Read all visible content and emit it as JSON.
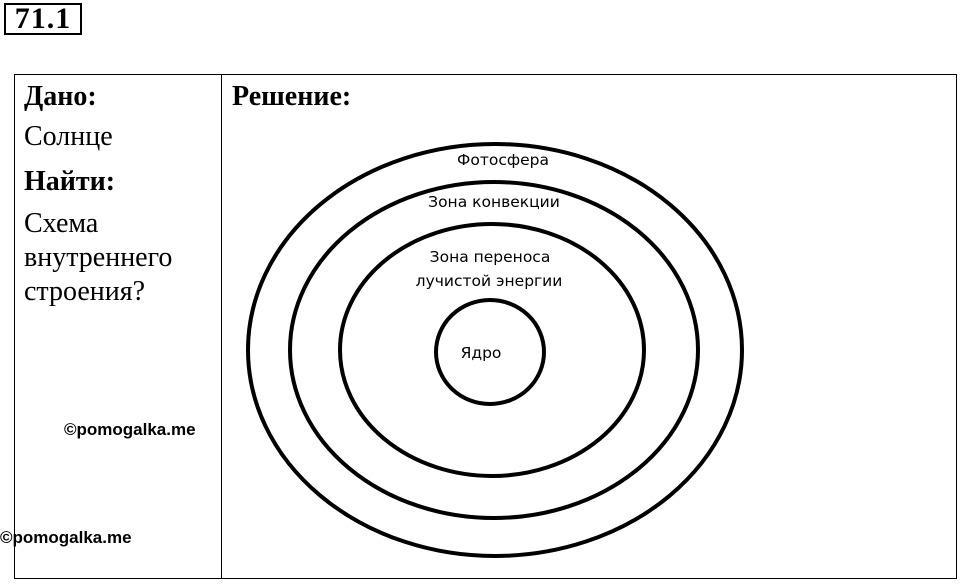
{
  "task_number": "71.1",
  "given": {
    "heading": "Дано:",
    "value": "Солнце"
  },
  "find": {
    "heading": "Найти:",
    "value": "Схема внутреннего строения?"
  },
  "solution": {
    "heading": "Решение:"
  },
  "diagram": {
    "layers": [
      {
        "label": "Фотосфера"
      },
      {
        "label": "Зона конвекции"
      },
      {
        "label_lines": [
          "Зона переноса",
          "лучистой энергии"
        ]
      },
      {
        "label": "Ядро"
      }
    ]
  },
  "watermarks": [
    "©pomogalka.me",
    "©pomogalka.me"
  ]
}
